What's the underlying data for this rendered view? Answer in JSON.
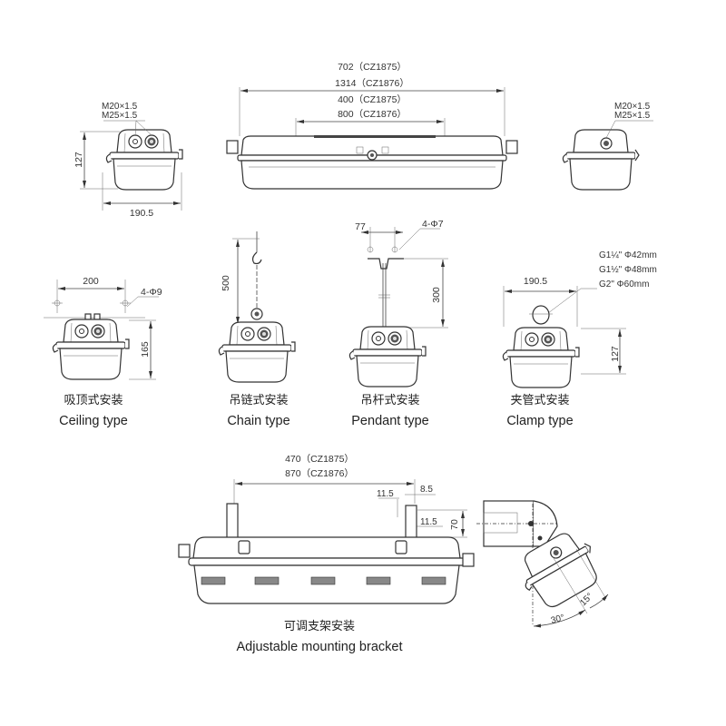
{
  "front_view": {
    "overall_length": "702（CZ1875）",
    "overall_length_alt": "1314（CZ1876）",
    "mount_spacing": "400（CZ1875）",
    "mount_spacing_alt": "800（CZ1876）"
  },
  "end_view_left": {
    "thread_1": "M20×1.5",
    "thread_2": "M25×1.5",
    "height": "127",
    "width": "190.5"
  },
  "end_view_right": {
    "thread_1": "M20×1.5",
    "thread_2": "M25×1.5"
  },
  "ceiling": {
    "spacing": "200",
    "holes": "4-Φ9",
    "height": "165",
    "caption_cn": "吸顶式安装",
    "caption_en": "Ceiling type"
  },
  "chain": {
    "length": "500",
    "caption_cn": "吊链式安装",
    "caption_en": "Chain type"
  },
  "pendant": {
    "spacing": "77",
    "holes": "4-Φ7",
    "length": "300",
    "caption_cn": "吊杆式安装",
    "caption_en": "Pendant type"
  },
  "clamp": {
    "width": "190.5",
    "pipe_1": "G1¼\" Φ42mm",
    "pipe_2": "G1½\" Φ48mm",
    "pipe_3": "G2\" Φ60mm",
    "height": "127",
    "caption_cn": "夹管式安装",
    "caption_en": "Clamp type"
  },
  "bracket": {
    "spacing": "470（CZ1875）",
    "spacing_alt": "870（CZ1876）",
    "dim_a": "11.5",
    "dim_b": "8.5",
    "dim_c": "11.5",
    "dim_d": "70",
    "angle_1": "15°",
    "angle_2": "30°",
    "caption_cn": "可调支架安装",
    "caption_en": "Adjustable mounting bracket"
  }
}
